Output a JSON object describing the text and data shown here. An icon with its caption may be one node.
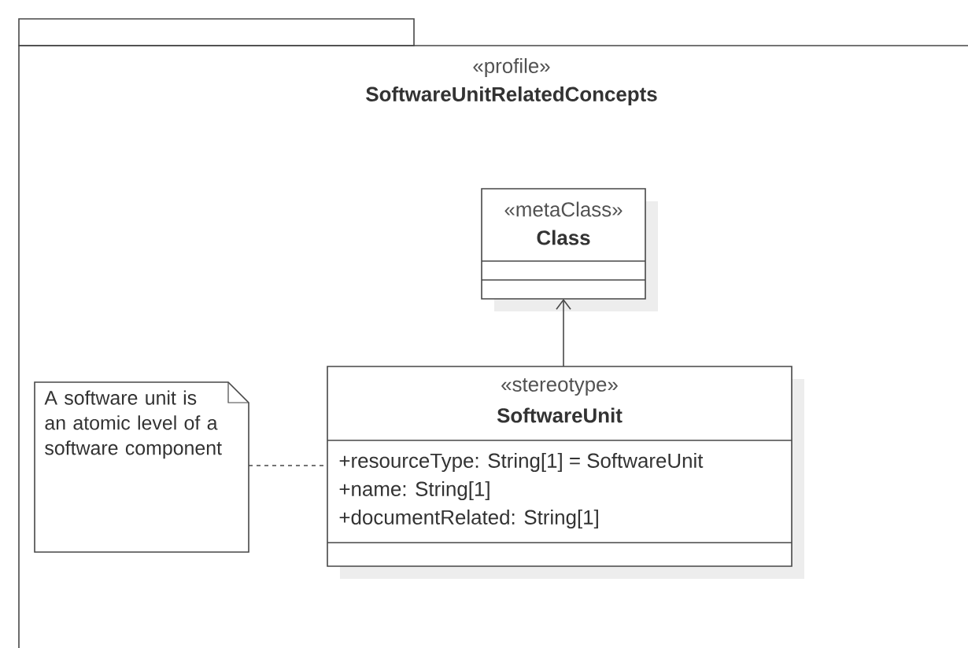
{
  "diagram": {
    "nodes": [
      {
        "text": [
          "«profile»",
          "SoftwareUnitRelatedConcepts"
        ]
      },
      {
        "text": [
          "«metaClass»",
          "Class"
        ],
        "in": 0
      },
      {
        "text": [
          "«stereotype»",
          "SoftwareUnit",
          "+resourceType: String[1] = SoftwareUnit",
          "+name: String[1]",
          "+documentRelated: String[1]"
        ],
        "in": 0
      },
      {
        "text": [
          "A software unit is an atomic level of a software component"
        ],
        "in": 0
      }
    ],
    "edges": [
      {
        "from": 2,
        "to": 1,
        "arrow": "to"
      },
      {
        "from": 3,
        "to": 2,
        "arrow": "none",
        "style": "dashed"
      }
    ]
  }
}
